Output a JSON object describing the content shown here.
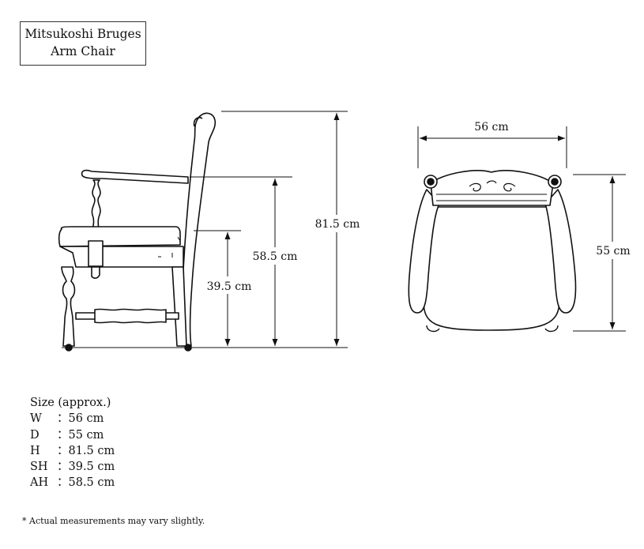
{
  "title": {
    "line1": "Mitsukoshi Bruges",
    "line2": "Arm Chair"
  },
  "dimensions": {
    "overall_height": "81.5 cm",
    "arm_height": "58.5 cm",
    "seat_height": "39.5 cm",
    "width": "56 cm",
    "depth": "55 cm"
  },
  "specs": {
    "heading": "Size (approx.)",
    "rows": [
      {
        "key": "W",
        "sep": "：",
        "value": "56 cm"
      },
      {
        "key": "D",
        "sep": "：",
        "value": "55 cm"
      },
      {
        "key": "H",
        "sep": "：",
        "value": "81.5 cm"
      },
      {
        "key": "SH",
        "sep": "：",
        "value": "39.5 cm"
      },
      {
        "key": "AH",
        "sep": "：",
        "value": "58.5 cm"
      }
    ]
  },
  "note": "* Actual measurements may vary slightly."
}
